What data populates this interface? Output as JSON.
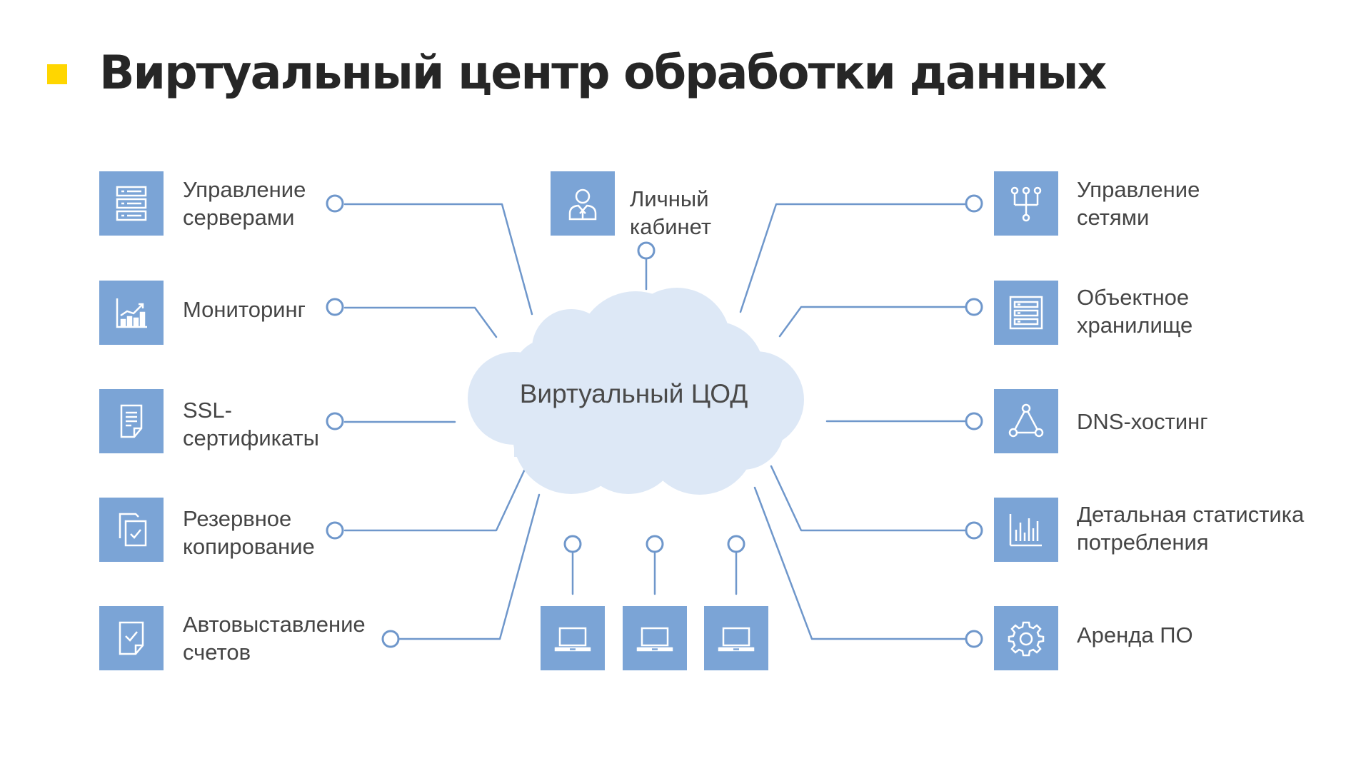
{
  "title": "Виртуальный центр обработки данных",
  "center": "Виртуальный ЦОД",
  "colors": {
    "accent": "#ffd600",
    "icon_fill": "#7ba4d6",
    "line": "#6f97cb",
    "cloud": "#dde8f6"
  },
  "left_items": [
    {
      "line1": "Управление",
      "line2": "серверами",
      "icon": "server-icon"
    },
    {
      "line1": "Мониторинг",
      "line2": "",
      "icon": "chart-icon"
    },
    {
      "line1": "SSL-",
      "line2": "сертификаты",
      "icon": "certificate-icon"
    },
    {
      "line1": "Резервное",
      "line2": "копирование",
      "icon": "backup-icon"
    },
    {
      "line1": "Автовыставление",
      "line2": "счетов",
      "icon": "invoice-icon"
    }
  ],
  "top_item": {
    "line1": "Личный",
    "line2": "кабинет",
    "icon": "user-icon"
  },
  "right_items": [
    {
      "line1": "Управление",
      "line2": "сетями",
      "icon": "network-icon"
    },
    {
      "line1": "Объектное",
      "line2": "хранилище",
      "icon": "storage-icon"
    },
    {
      "line1": "DNS-хостинг",
      "line2": "",
      "icon": "dns-icon"
    },
    {
      "line1": "Детальная статистика",
      "line2": "потребления",
      "icon": "statistics-icon"
    },
    {
      "line1": "Аренда ПО",
      "line2": "",
      "icon": "gear-icon"
    }
  ],
  "bottom_items": [
    {
      "icon": "laptop-icon"
    },
    {
      "icon": "laptop-icon"
    },
    {
      "icon": "laptop-icon"
    }
  ]
}
